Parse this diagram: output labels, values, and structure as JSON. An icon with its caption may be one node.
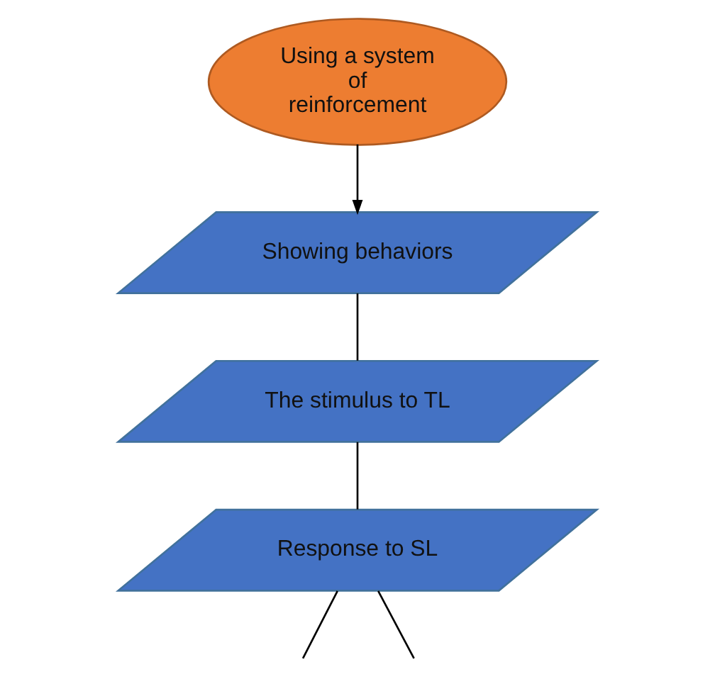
{
  "diagram": {
    "nodes": [
      {
        "text": [
          "Using a system of reinforcement"
        ]
      },
      {
        "text": [
          "Showing behaviors"
        ]
      },
      {
        "text": [
          "The stimulus to TL"
        ]
      },
      {
        "text": [
          "Response to SL"
        ]
      }
    ],
    "edges": [
      {
        "from": 0,
        "to": 1,
        "arrow": "to"
      },
      {
        "from": 1,
        "to": 2,
        "arrow": "none"
      },
      {
        "from": 2,
        "to": 3,
        "arrow": "none"
      },
      {
        "from": 3,
        "to": null,
        "arrow": "none"
      },
      {
        "from": 3,
        "to": null,
        "arrow": "none"
      }
    ]
  }
}
